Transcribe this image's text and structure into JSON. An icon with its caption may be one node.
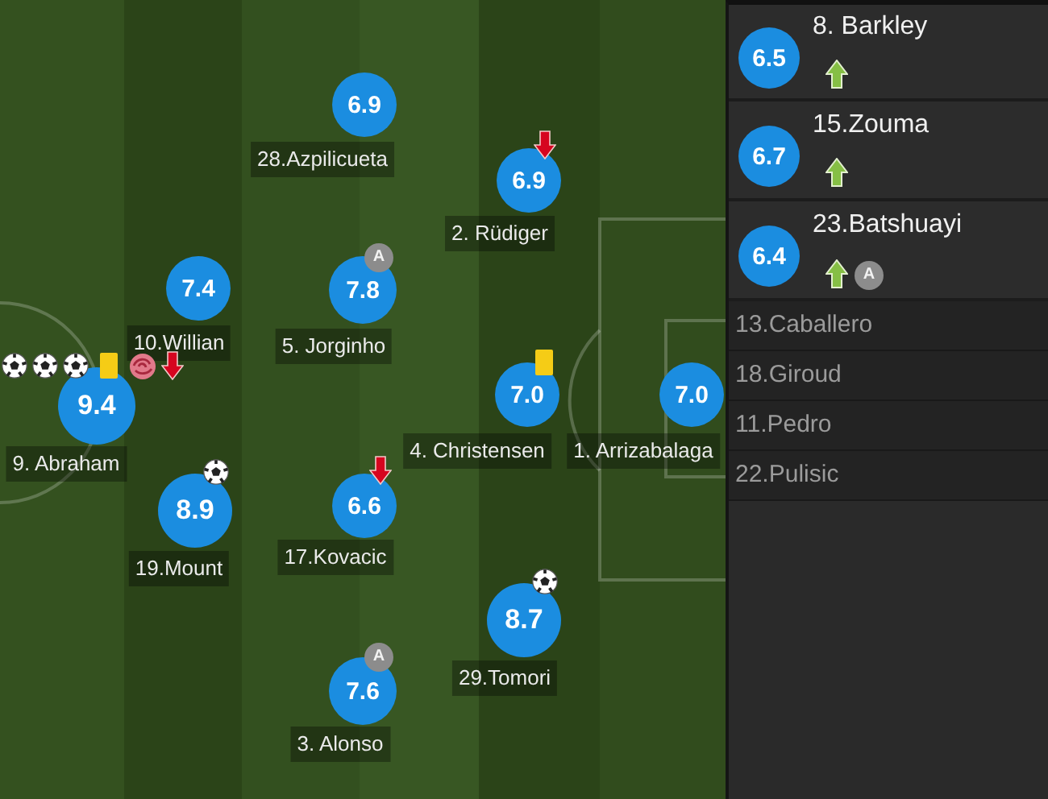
{
  "diagram": {
    "nodes": [
      {
        "text": [
          "6.9"
        ],
        "beside": [
          "28.Azpilicueta"
        ]
      },
      {
        "text": [
          "6.9"
        ],
        "beside": [
          "2. Rüdiger"
        ]
      },
      {
        "text": [
          "7.4"
        ],
        "beside": [
          "10.Willian"
        ]
      },
      {
        "text": [
          "7.8"
        ],
        "beside": [
          "A",
          "5. Jorginho"
        ]
      },
      {
        "text": [
          "9.4"
        ],
        "beside": [
          "9. Abraham"
        ]
      },
      {
        "text": [
          "7.0"
        ],
        "beside": [
          "4. Christensen"
        ]
      },
      {
        "text": [
          "7.0"
        ],
        "beside": [
          "1. Arrizabalaga"
        ]
      },
      {
        "text": [
          "8.9"
        ],
        "beside": [
          "19.Mount"
        ]
      },
      {
        "text": [
          "6.6"
        ],
        "beside": [
          "17.Kovacic"
        ]
      },
      {
        "text": [
          "8.7"
        ],
        "beside": [
          "29.Tomori"
        ]
      },
      {
        "text": [
          "7.6"
        ],
        "beside": [
          "A",
          "3. Alonso"
        ]
      },
      {
        "text": [
          "8. Barkley"
        ]
      },
      {
        "text": [
          "6.5"
        ],
        "in": 11
      },
      {
        "text": [
          "15.Zouma"
        ]
      },
      {
        "text": [
          "6.7"
        ],
        "in": 13
      },
      {
        "text": [
          "23.Batshuayi",
          "A"
        ]
      },
      {
        "text": [
          "6.4"
        ],
        "in": 15
      },
      {
        "text": [
          "13.Caballero"
        ]
      },
      {
        "text": [
          "18.Giroud"
        ]
      },
      {
        "text": [
          "11.Pedro"
        ]
      },
      {
        "text": [
          "22.Pulisic"
        ]
      }
    ]
  }
}
